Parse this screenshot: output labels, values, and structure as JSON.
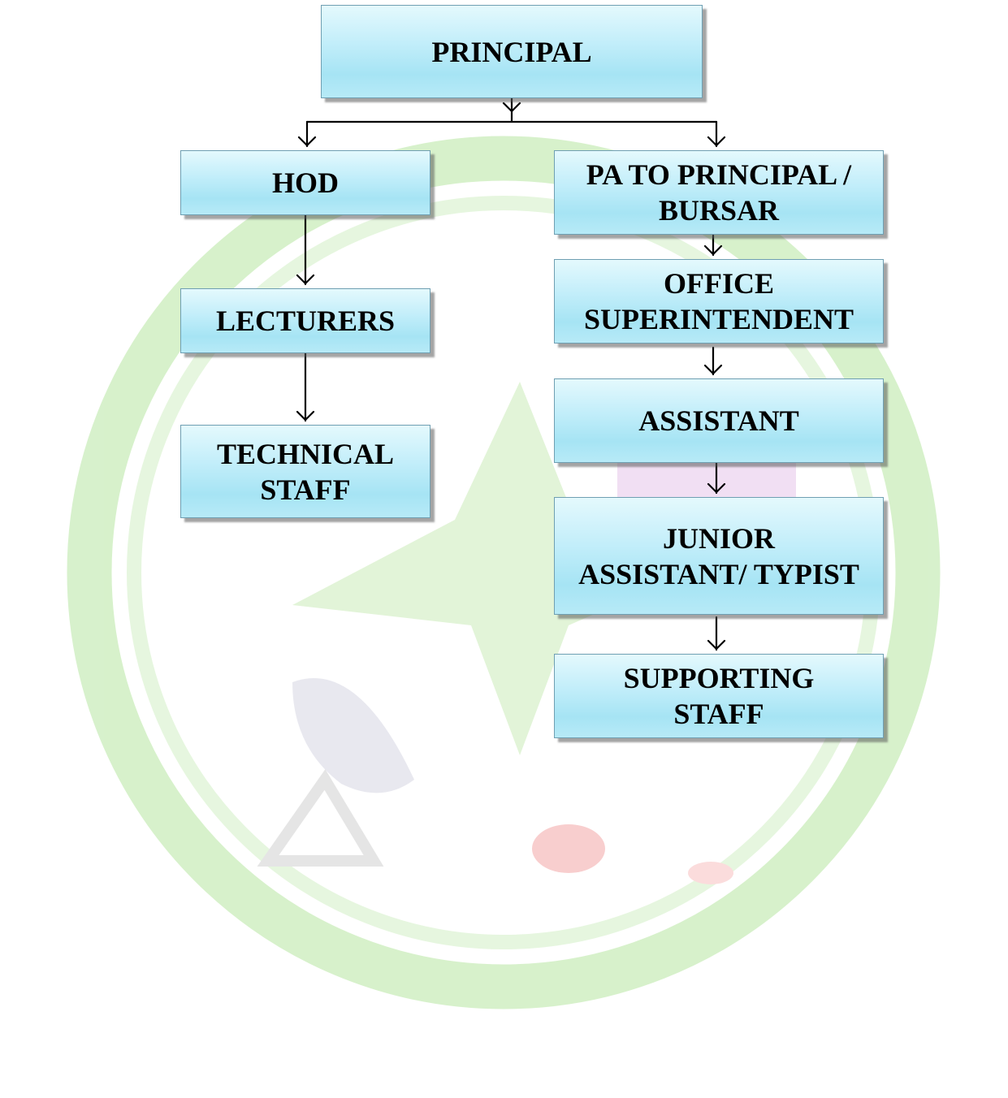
{
  "nodes": {
    "principal": "PRINCIPAL",
    "hod": "HOD",
    "lecturers": "LECTURERS",
    "technical_staff": "TECHNICAL\nSTAFF",
    "pa_bursar": "PA TO PRINCIPAL /\nBURSAR",
    "office_superintendent": "OFFICE\nSUPERINTENDENT",
    "assistant": "ASSISTANT",
    "junior_assistant": "JUNIOR\nASSISTANT/ TYPIST",
    "supporting_staff": "SUPPORTING\nSTAFF"
  },
  "colors": {
    "box_top": "#e4f9fd",
    "box_bottom": "#a6e4f4",
    "box_border": "#6f9fb2",
    "watermark_green": "#cdeec0",
    "watermark_red": "#f6b0b0",
    "watermark_purple": "#e7c9ec"
  },
  "watermark": {
    "type": "institution-seal",
    "icons": [
      "gear-emblem",
      "satellite-dish-icon"
    ]
  }
}
